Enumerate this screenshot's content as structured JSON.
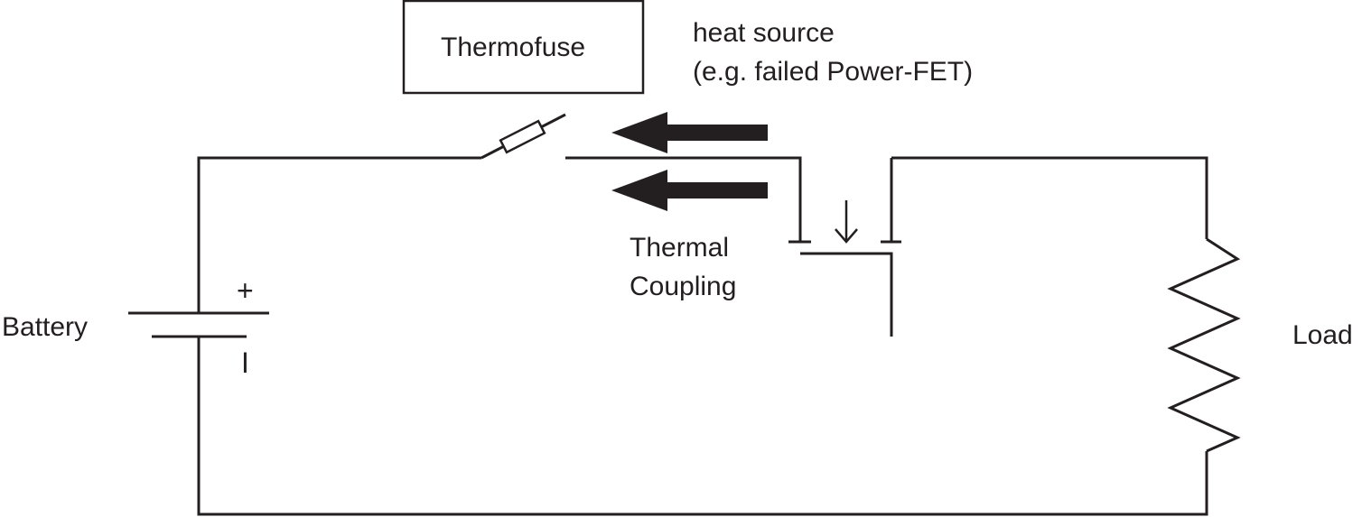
{
  "labels": {
    "thermofuse": "Thermofuse",
    "heat_source_line1": "heat source",
    "heat_source_line2": "(e.g. failed Power-FET)",
    "thermal_line1": "Thermal",
    "thermal_line2": "Coupling",
    "battery": "Battery",
    "battery_plus": "+",
    "battery_minus": "I",
    "load": "Load"
  },
  "colors": {
    "ink": "#231f20",
    "background": "#ffffff"
  }
}
